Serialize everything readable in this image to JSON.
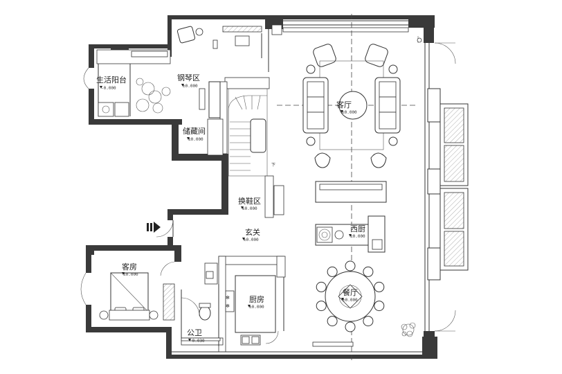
{
  "rooms": {
    "balcony": "生活阳台",
    "piano": "钢琴区",
    "storage": "储藏间",
    "living": "客厅",
    "shoe": "换鞋区",
    "entry": "玄关",
    "western_kitchen": "西厨",
    "guest_room": "客房",
    "kitchen": "厨房",
    "dining": "餐厅",
    "bath": "公卫"
  },
  "levels": {
    "balcony": "-0.000",
    "piano": "±0.000",
    "storage": "±0.000",
    "living": "±0.000",
    "shoe": "±0.000",
    "entry": "±0.000",
    "western_kitchen": "±0.000",
    "guest_room": "±0.000",
    "kitchen": "±0.000",
    "bath": "-0.030",
    "dining": "±0.000"
  },
  "stair_mark": "下"
}
